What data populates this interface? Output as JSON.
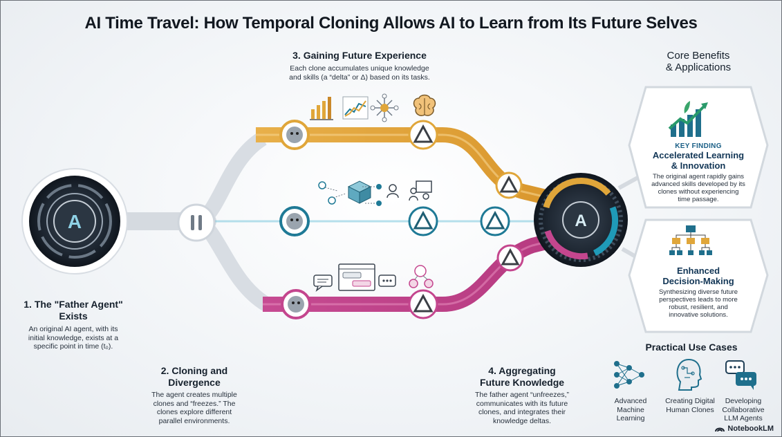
{
  "title": "AI Time Travel: How Temporal Cloning Allows AI to Learn from Its Future Selves",
  "steps": [
    {
      "title_line1": "1. The \"Father Agent\"",
      "title_line2": "Exists",
      "body_lines": [
        "An original AI agent, with its",
        "initial knowledge, exists at a",
        "specific point in time (t₀)."
      ]
    },
    {
      "title_line1": "2. Cloning and",
      "title_line2": "Divergence",
      "body_lines": [
        "The agent creates multiple",
        "clones and “freezes.” The",
        "clones explore different",
        "parallel environments."
      ]
    },
    {
      "title_line1": "3. Gaining Future Experience",
      "body_lines": [
        "Each clone accumulates unique knowledge",
        "and skills (a “delta” or Δ) based on its tasks."
      ]
    },
    {
      "title_line1": "4. Aggregating",
      "title_line2": "Future Knowledge",
      "body_lines": [
        "The father agent “unfreezes,”",
        "communicates with its future",
        "clones, and integrates their",
        "knowledge deltas."
      ]
    }
  ],
  "benefits": {
    "heading_line1": "Core Benefits",
    "heading_line2": "& Applications",
    "items": [
      {
        "tag": "KEY FINDING",
        "title_line1": "Accelerated Learning",
        "title_line2": "& Innovation",
        "body_lines": [
          "The original agent rapidly gains",
          "advanced skills developed by its",
          "clones without experiencing",
          "time passage."
        ],
        "icon": "growth-chart-icon"
      },
      {
        "title_line1": "Enhanced",
        "title_line2": "Decision-Making",
        "body_lines": [
          "Synthesizing diverse future",
          "perspectives leads to more",
          "robust, resilient, and",
          "innovative solutions."
        ],
        "icon": "org-chart-icon"
      }
    ]
  },
  "use_cases": {
    "heading": "Practical Use Cases",
    "items": [
      {
        "lines": [
          "Advanced",
          "Machine",
          "Learning"
        ],
        "icon": "neural-network-icon"
      },
      {
        "lines": [
          "Creating Digital",
          "Human Clones"
        ],
        "icon": "human-head-icon"
      },
      {
        "lines": [
          "Developing",
          "Collaborative",
          "LLM Agents"
        ],
        "icon": "chat-bubbles-icon"
      }
    ]
  },
  "agent_monogram": "A",
  "brand": "NotebookLM",
  "colors": {
    "gold": "#e0a63a",
    "teal": "#1f7a96",
    "magenta": "#c4468e",
    "gray": "#cdd3da",
    "dark": "#2f3a46",
    "blue": "#1a5f86"
  }
}
